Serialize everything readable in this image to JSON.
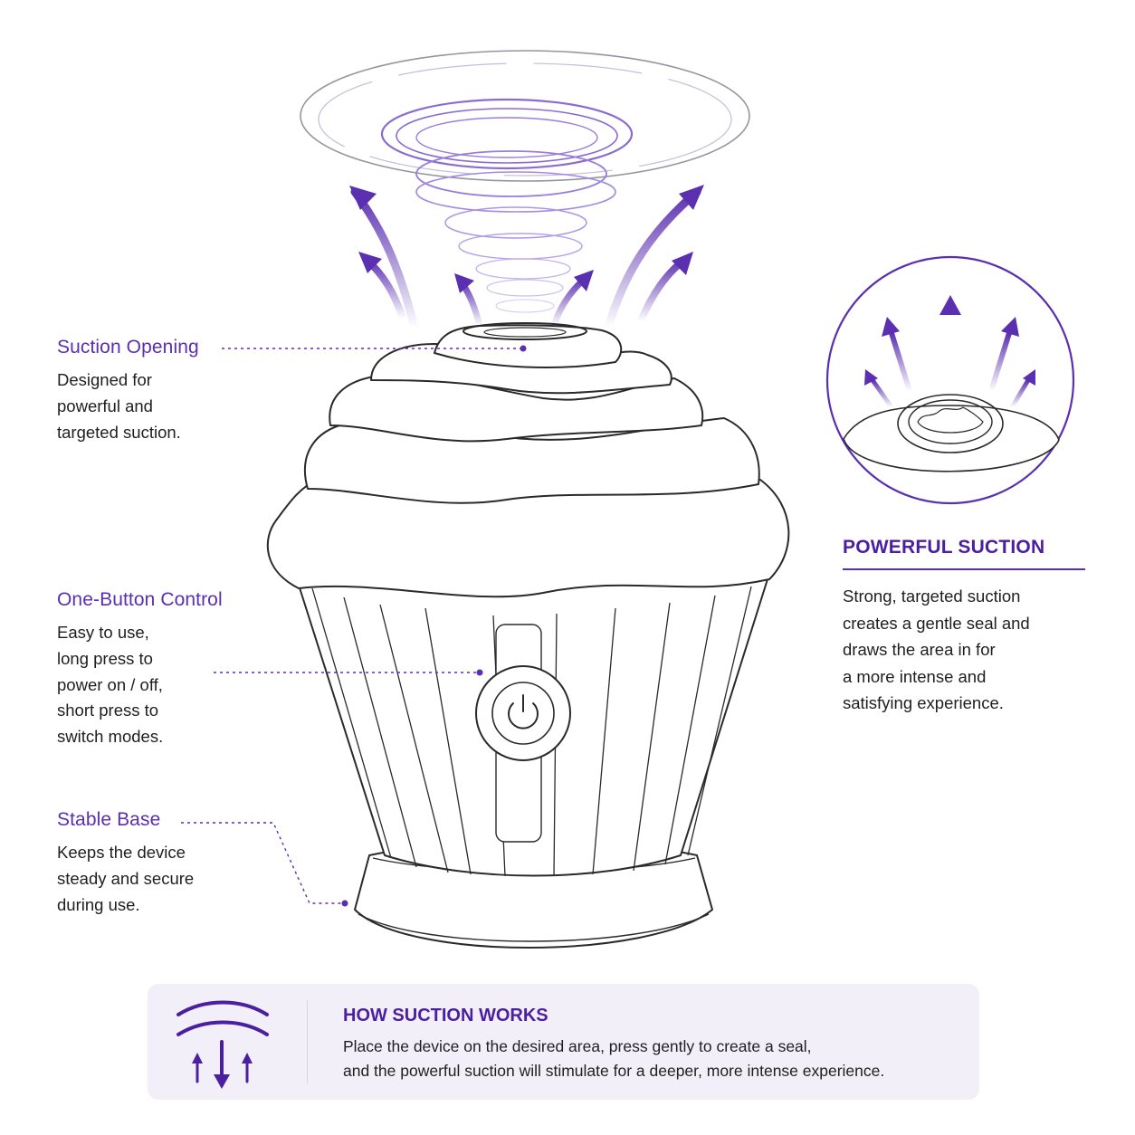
{
  "callouts": {
    "suction_opening": {
      "title": "Suction Opening",
      "lines": [
        "Designed for",
        "powerful and",
        "targeted suction."
      ]
    },
    "one_button": {
      "title": "One-Button Control",
      "lines": [
        "Easy to use,",
        "long press to",
        "power on / off,",
        "short press to",
        "switch modes."
      ]
    },
    "stable_base": {
      "title": "Stable Base",
      "lines": [
        "Keeps the device",
        "steady and secure",
        "during use."
      ]
    }
  },
  "powerful_suction": {
    "title": "POWERFUL SUCTION",
    "lines": [
      "Strong, targeted suction",
      "creates a gentle seal and",
      "draws the area in for",
      "a more intense and",
      "satisfying experience."
    ]
  },
  "how_it_works": {
    "title": "HOW SUCTION WORKS",
    "lines": [
      "Place the device on the desired area, press gently to create a seal,",
      "and the powerful suction will stimulate for a deeper, more intense experience."
    ]
  },
  "colors": {
    "accent": "#5a2fb0",
    "accent_dark": "#4a1fa0",
    "panel": "#f2eff9",
    "line_art": "#2a2a2a"
  },
  "icons": [
    "suction-vortex-icon",
    "power-icon",
    "suction-arrows-icon"
  ]
}
